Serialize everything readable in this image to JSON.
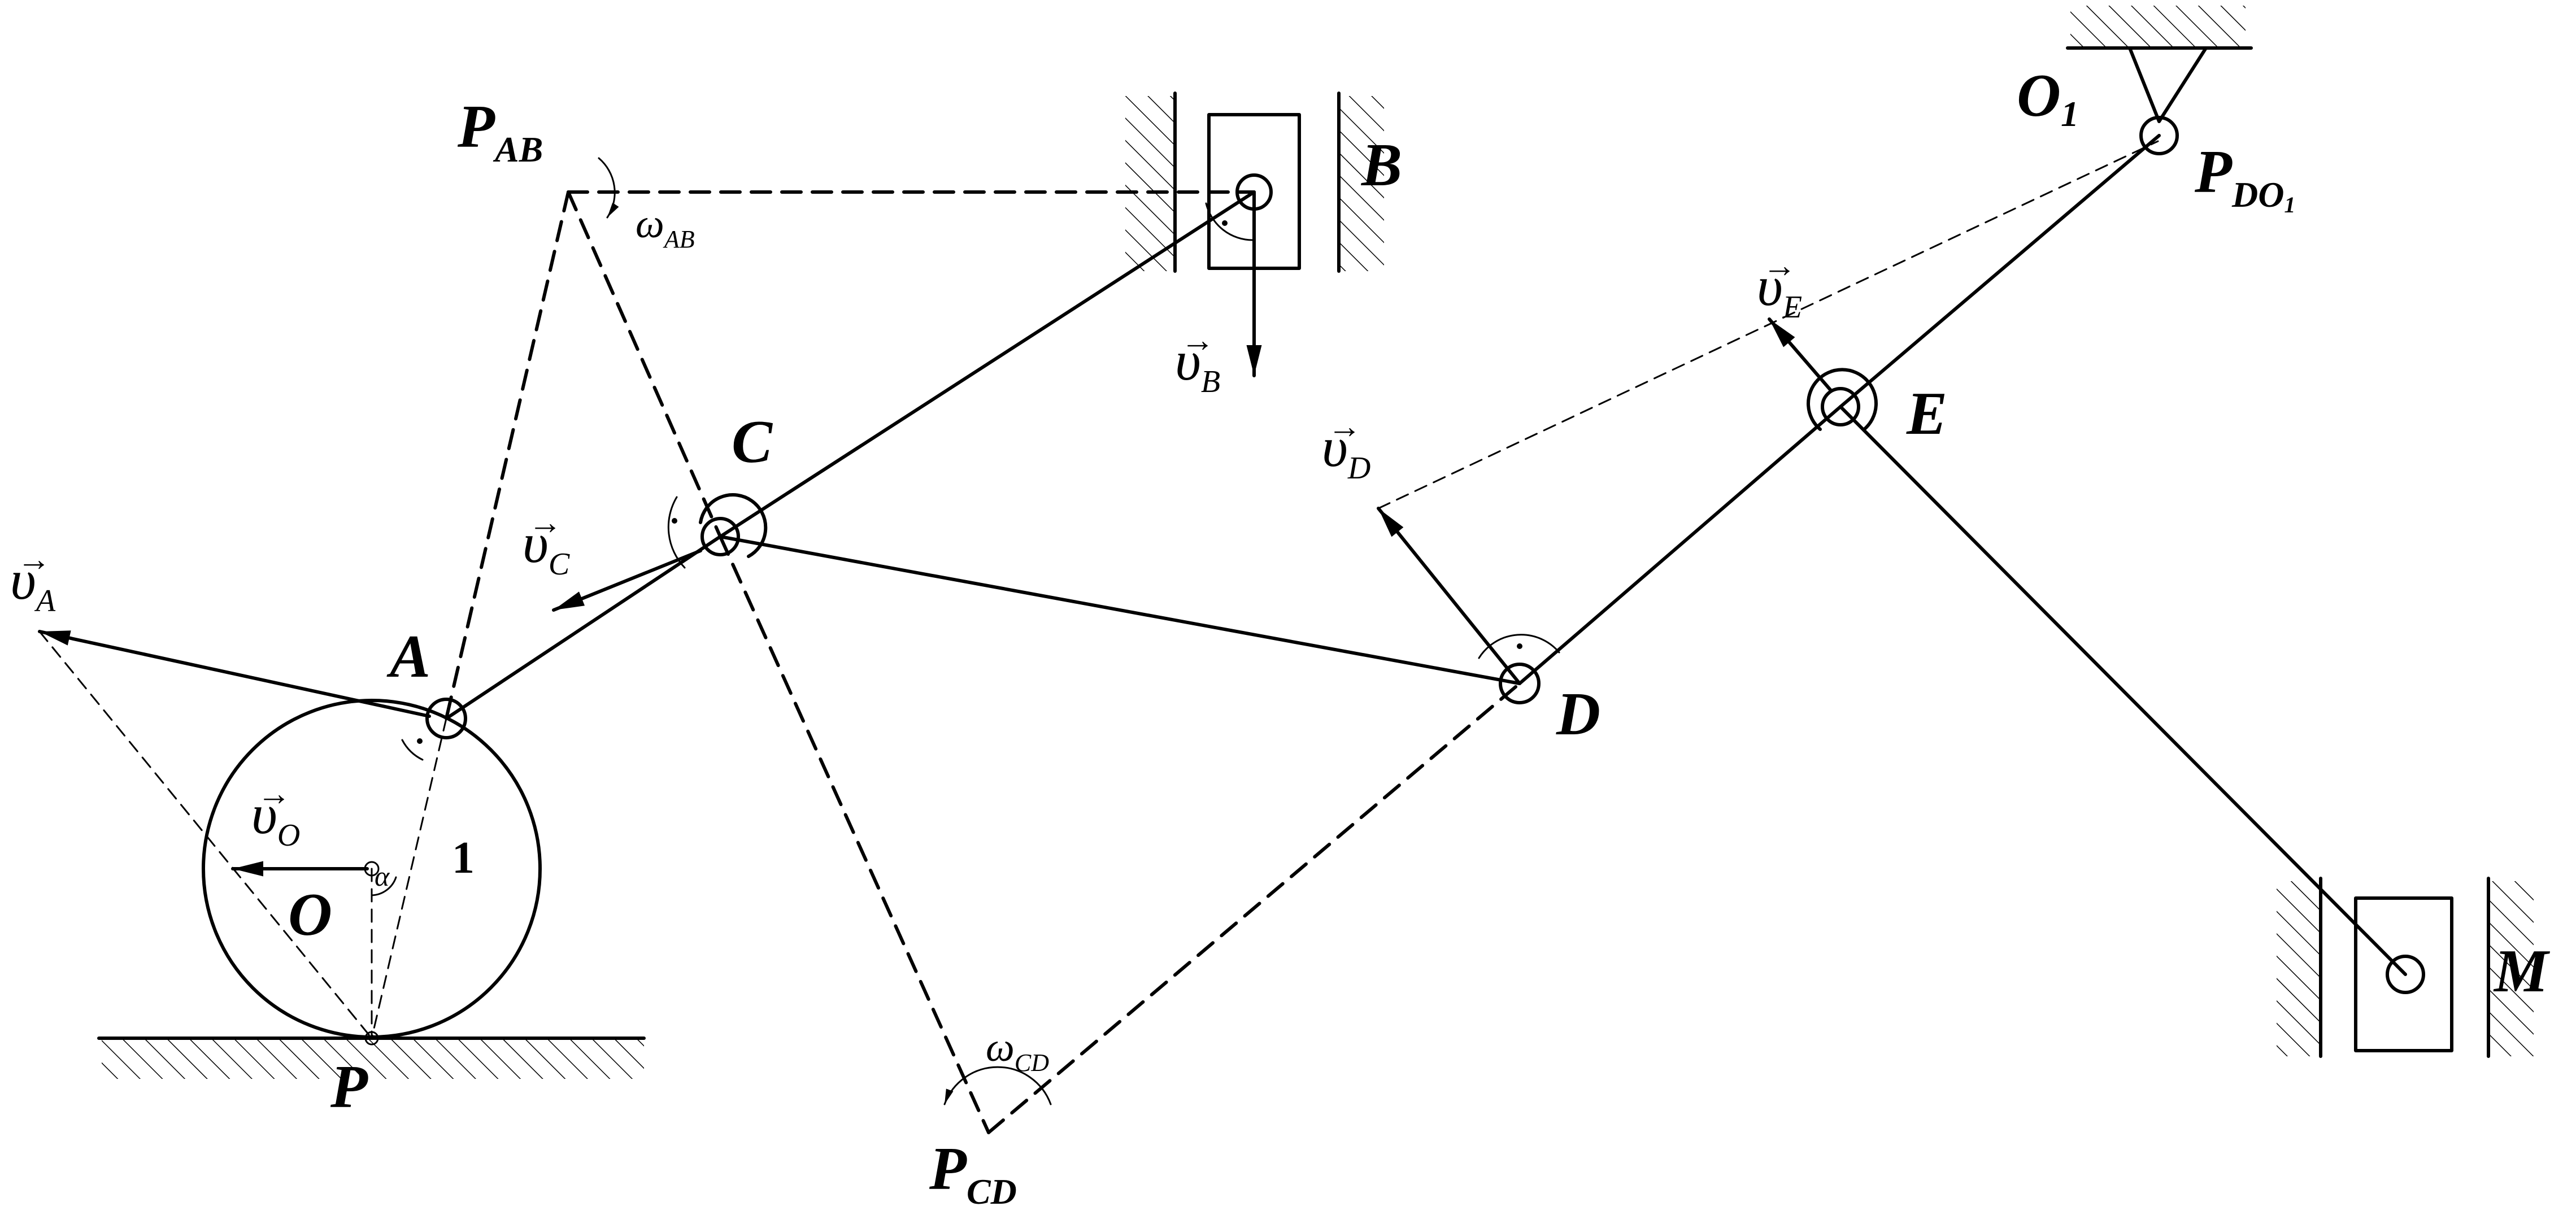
{
  "points": {
    "A": "A",
    "B": "B",
    "C": "C",
    "D": "D",
    "E": "E",
    "M": "M",
    "O": "O",
    "P": "P",
    "O1": {
      "main": "O",
      "sub": "1"
    },
    "PAB": {
      "main": "P",
      "sub": "AB"
    },
    "PCD": {
      "main": "P",
      "sub": "CD"
    },
    "PDO1": {
      "main": "P",
      "sub": "DO",
      "subsub": "1"
    }
  },
  "velocities": {
    "vA": {
      "symbol": "υ",
      "sub": "A"
    },
    "vB": {
      "symbol": "υ",
      "sub": "B"
    },
    "vC": {
      "symbol": "υ",
      "sub": "C"
    },
    "vD": {
      "symbol": "υ",
      "sub": "D"
    },
    "vE": {
      "symbol": "υ",
      "sub": "E"
    },
    "vO": {
      "symbol": "υ",
      "sub": "O"
    }
  },
  "angular": {
    "wAB": {
      "symbol": "ω",
      "sub": "AB"
    },
    "wCD": {
      "symbol": "ω",
      "sub": "CD"
    }
  },
  "angle_alpha": "α",
  "disk_label": "1",
  "vector_arrow": "→"
}
